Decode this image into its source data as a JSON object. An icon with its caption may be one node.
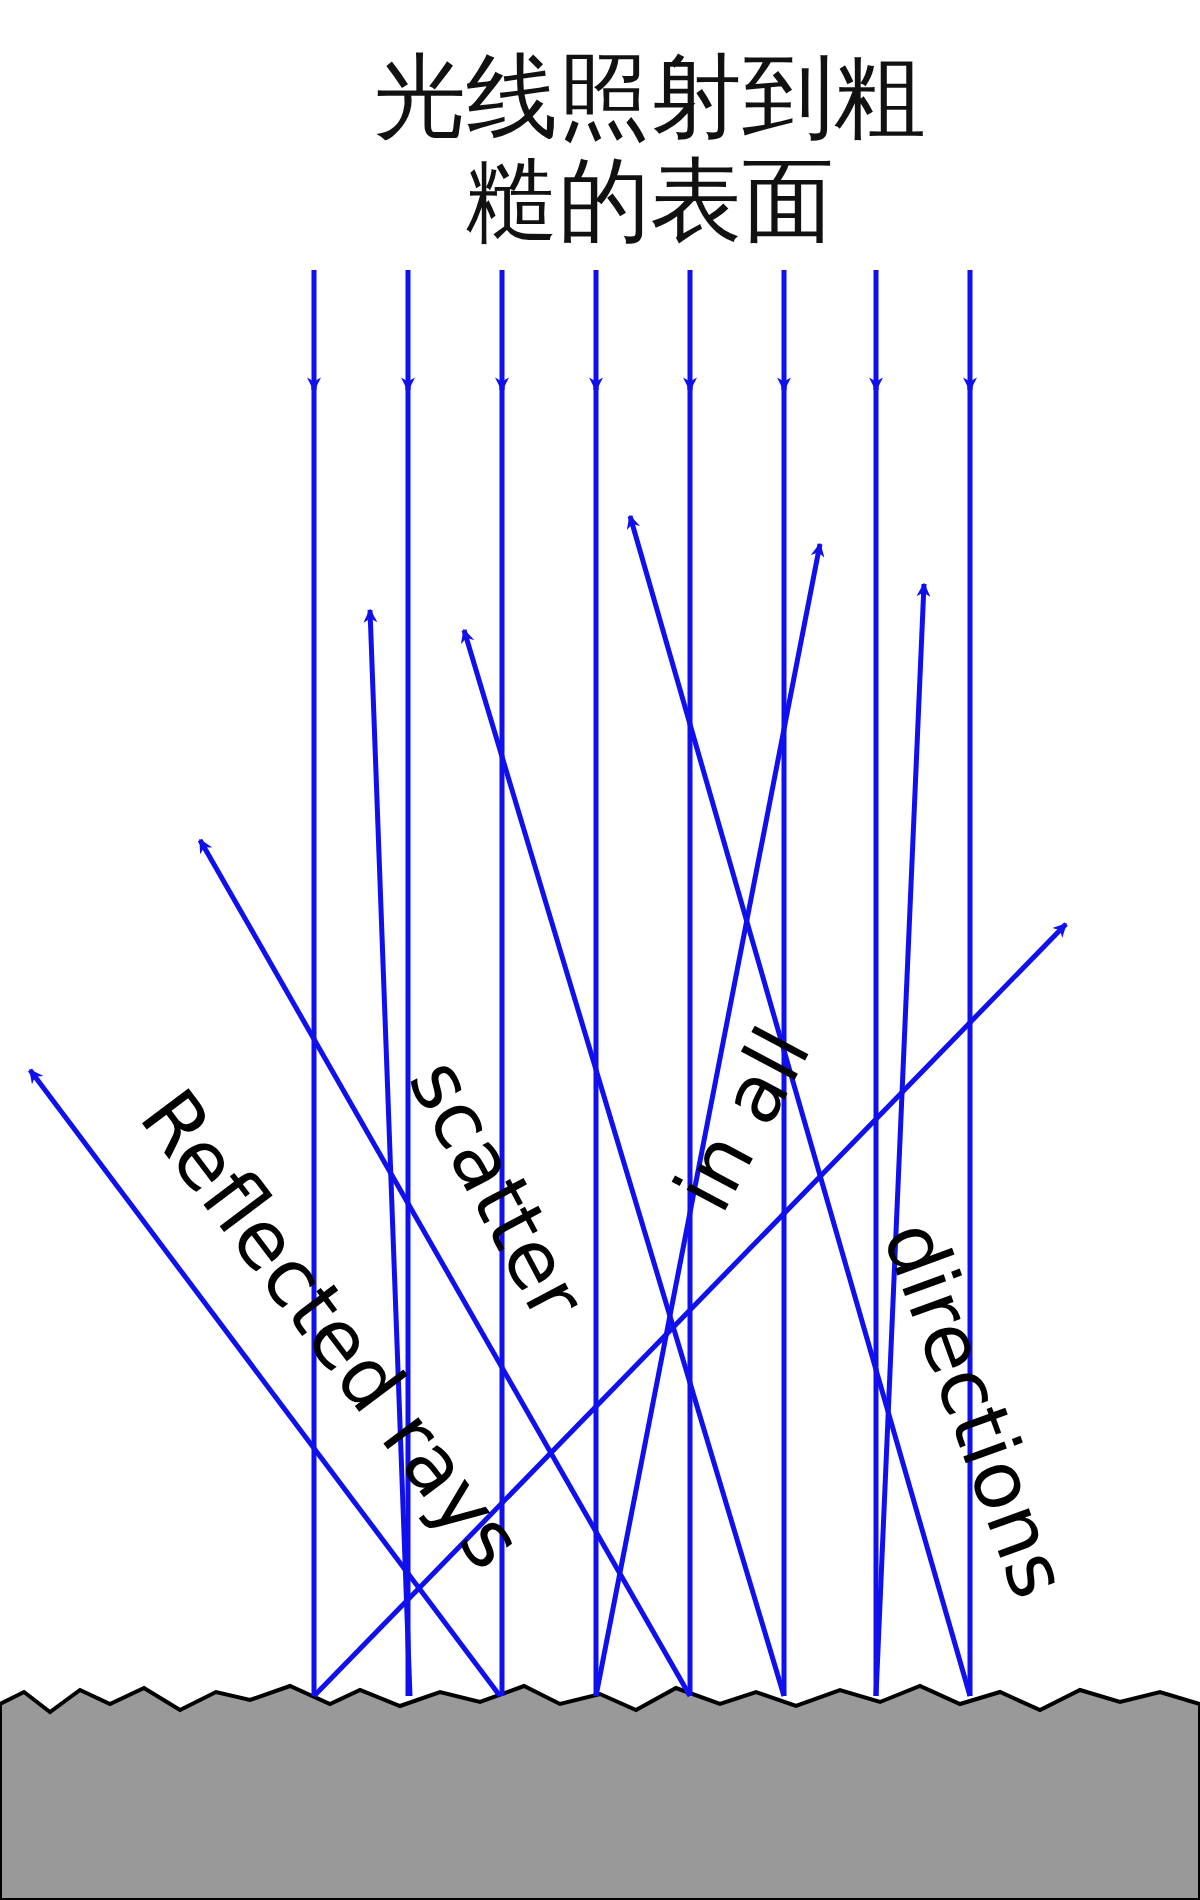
{
  "diagram": {
    "title": "光线照射到粗糙的表面",
    "labels": [
      "Reflected rays",
      "scatter",
      "in all",
      "directions"
    ]
  }
}
